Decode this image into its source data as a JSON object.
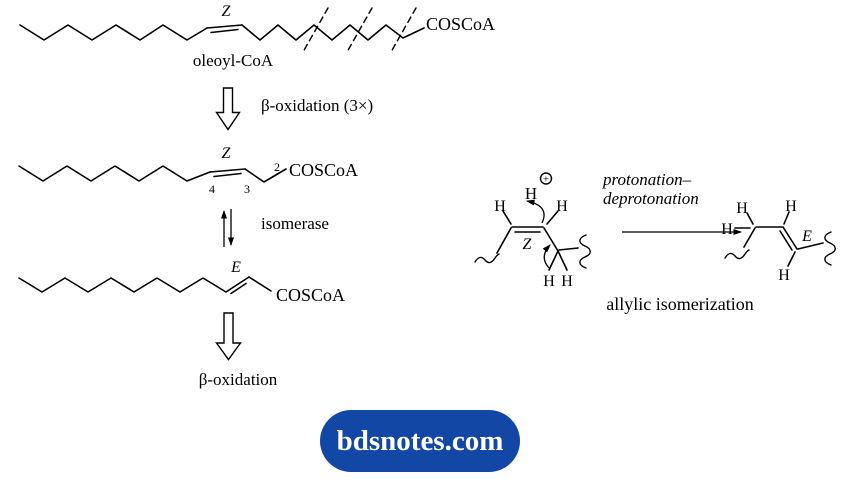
{
  "pathway": {
    "oleoyl": {
      "stereo_label": "Z",
      "group_label": "COSCoA",
      "name": "oleoyl-CoA"
    },
    "step1_label": "β-oxidation (3×)",
    "cis3_enoyl": {
      "stereo_label": "Z",
      "group_label": "COSCoA",
      "c4": "4",
      "c3": "3",
      "c2": "2"
    },
    "isomerase_label": "isomerase",
    "trans2_enoyl": {
      "stereo_label": "E",
      "group_label": "COSCoA"
    },
    "step2_label": "β-oxidation"
  },
  "mechanism": {
    "title_line1": "protonation–",
    "title_line2": "deprotonation",
    "caption": "allylic isomerization",
    "proton": {
      "symbol": "H",
      "charge": "+"
    },
    "reactant": {
      "stereo_label": "Z",
      "h_left": "H",
      "h_right": "H",
      "h_allylic_a": "H",
      "h_allylic_b": "H"
    },
    "product": {
      "stereo_label": "E",
      "h_top_left": "H",
      "h_left": "H",
      "h_vinyl_top": "H",
      "h_vinyl_bottom": "H"
    }
  },
  "watermark": {
    "label": "bdsnotes.com",
    "bg_color": "#1347a5",
    "text_color": "#ffffff"
  }
}
